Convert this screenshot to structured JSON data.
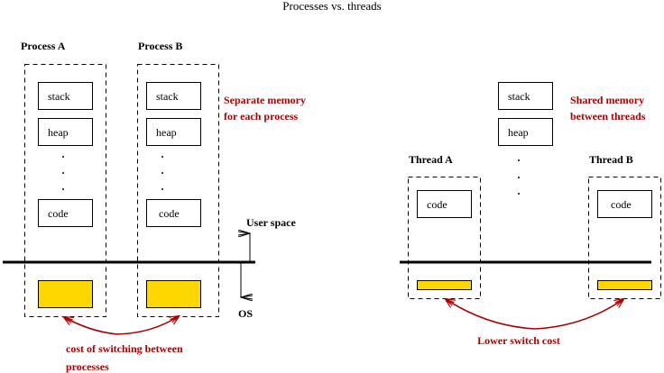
{
  "title": "Processes vs. threads",
  "colors": {
    "annotation": "#ac0000",
    "kernel_block": "#ffd700",
    "line": "#000000"
  },
  "processes": {
    "items": [
      {
        "label": "Process A",
        "segments": [
          "stack",
          "heap",
          "code"
        ]
      },
      {
        "label": "Process B",
        "segments": [
          "stack",
          "heap",
          "code"
        ]
      }
    ],
    "note_line1": "Separate memory",
    "note_line2": "for each process",
    "switch_label_line1": "cost of switching between",
    "switch_label_line2": "processes"
  },
  "boundary": {
    "user_label": "User space",
    "os_label": "OS"
  },
  "threads": {
    "shared_segments": [
      "stack",
      "heap"
    ],
    "items": [
      {
        "label": "Thread A",
        "segments": [
          "code"
        ]
      },
      {
        "label": "Thread B",
        "segments": [
          "code"
        ]
      }
    ],
    "note_line1": "Shared memory",
    "note_line2": "between threads",
    "switch_label": "Lower switch cost"
  },
  "ellipsis": "."
}
